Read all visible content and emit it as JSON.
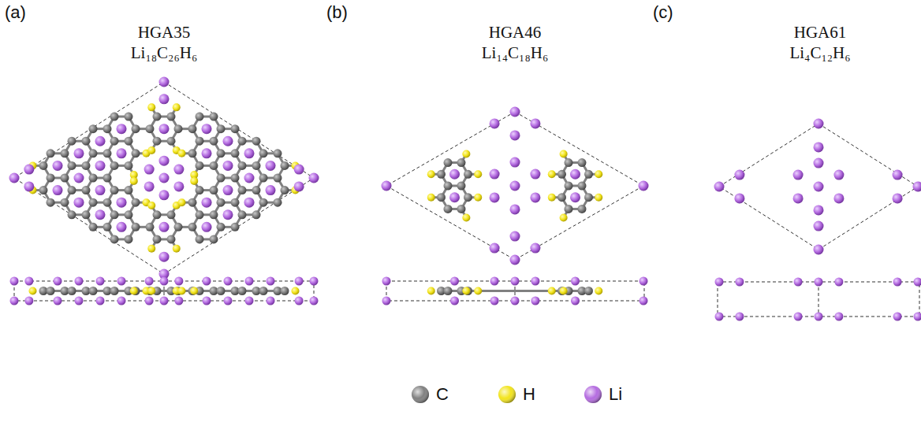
{
  "diagram": {
    "labels": [
      "(a)",
      "HGA35",
      "Li₁₈C₂₆H₆",
      "(b)",
      "HGA46",
      "Li₁₄C₁₈H₆",
      "(c)",
      "HGA61",
      "Li₄C₁₂H₆"
    ],
    "legend": [
      {
        "text": "C",
        "color": "#808080"
      },
      {
        "text": "H",
        "color": "#f2e41c"
      },
      {
        "text": "Li",
        "color": "#b46be0"
      }
    ]
  }
}
